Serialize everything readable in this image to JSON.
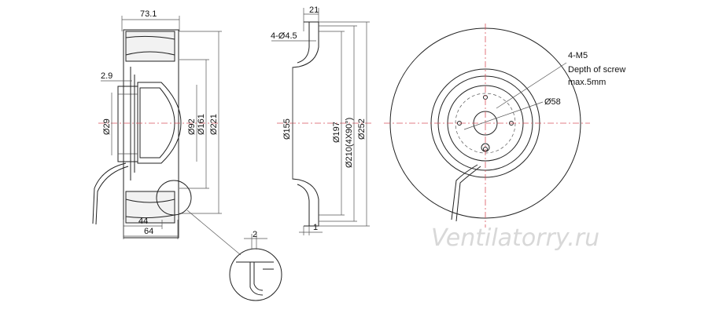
{
  "side_view": {
    "dim_width": "73.1",
    "dim_flange": "2.9",
    "dim_shaft": "Ø29",
    "dim_hub": "Ø92",
    "dim_inner": "Ø161",
    "dim_outer": "Ø221",
    "dim_44": "44",
    "dim_64": "64"
  },
  "detail_view": {
    "dim_gap": "2"
  },
  "section_view": {
    "dim_top": "21",
    "dim_holes": "4-Ø4.5",
    "dim_155": "Ø155",
    "dim_197": "Ø197",
    "dim_210": "Ø210(4X90°)",
    "dim_252": "Ø252",
    "dim_1": "1"
  },
  "front_view": {
    "note_line1": "4-M5",
    "note_line2": "Depth of screw",
    "note_line3": "max.5mm",
    "dim_58": "Ø58"
  },
  "watermark": "Ventilatorry.ru",
  "colors": {
    "line": "#222222",
    "centerline": "#d9535c",
    "watermark": "#d8d8d8"
  }
}
